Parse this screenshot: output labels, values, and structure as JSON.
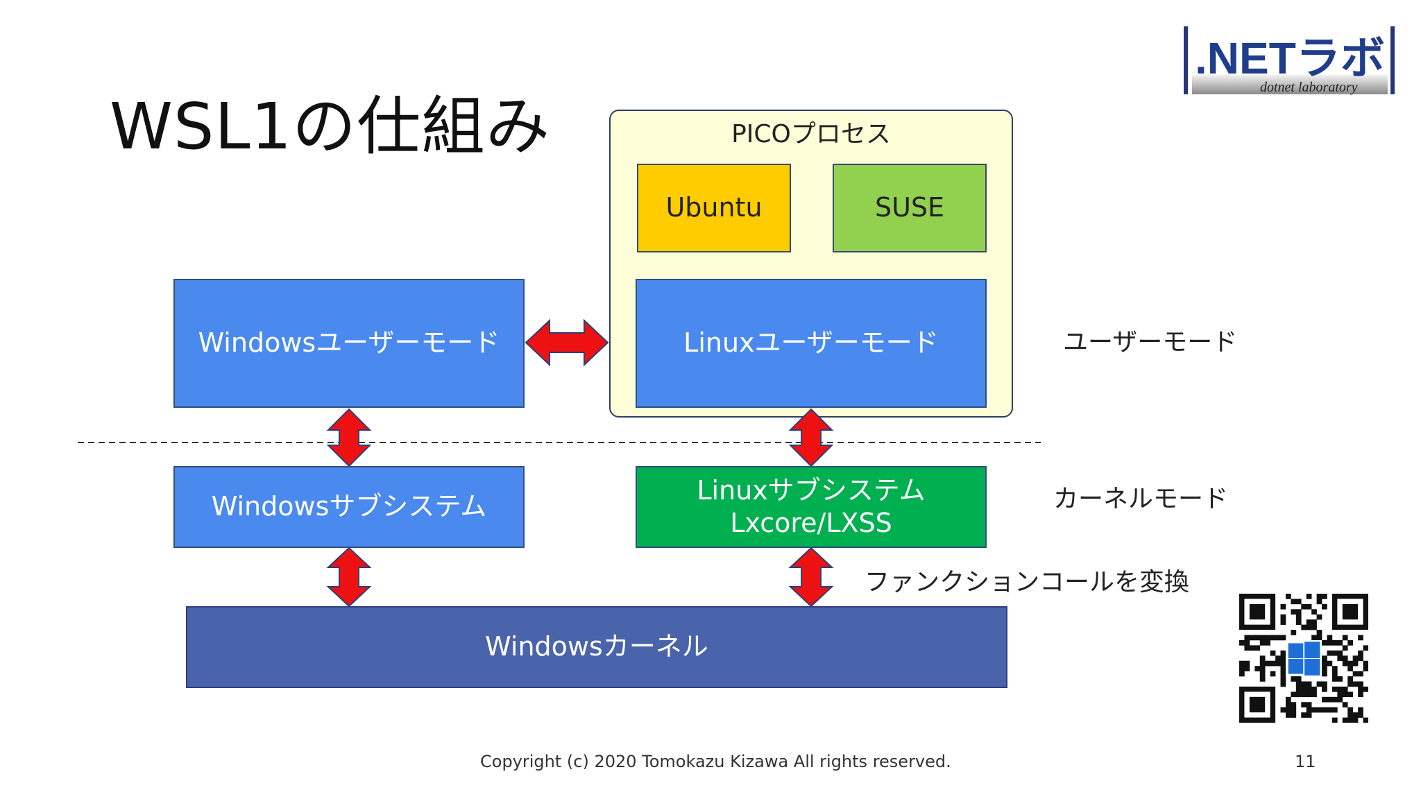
{
  "slide": {
    "title": "WSL1の仕組み",
    "page_number": "11",
    "copyright": "Copyright (c) 2020 Tomokazu Kizawa All rights reserved."
  },
  "pico": {
    "label": "PICOプロセス",
    "distro_1": "Ubuntu",
    "distro_2": "SUSE",
    "linux_user_mode": "Linuxユーザーモード"
  },
  "boxes": {
    "windows_user_mode": "Windowsユーザーモード",
    "windows_subsystem": "Windowsサブシステム",
    "linux_subsystem_line1": "Linuxサブシステム",
    "linux_subsystem_line2": "Lxcore/LXSS",
    "windows_kernel": "Windowsカーネル"
  },
  "side_labels": {
    "user_mode": "ユーザーモード",
    "kernel_mode": "カーネルモード",
    "function_call": "ファンクションコールを変換"
  },
  "logo": {
    "main": ".NETラボ",
    "sub": "dotnet laboratory"
  },
  "colors": {
    "blue_box": "#4a8aee",
    "ubuntu": "#ffcc00",
    "suse": "#92d050",
    "linux_subsystem": "#00b050",
    "kernel": "#4a64ab",
    "pico_bg": "#fdfdd8",
    "arrow": "#ee1111"
  }
}
